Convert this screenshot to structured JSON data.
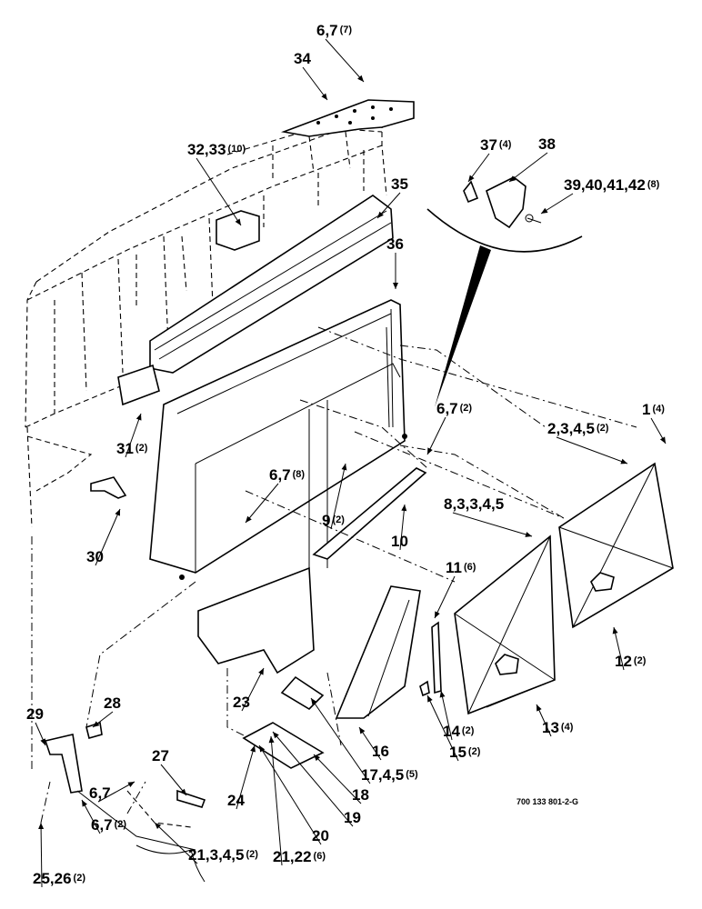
{
  "callouts": [
    {
      "main": "1",
      "qty": "(4)"
    },
    {
      "main": "2,3,4,5",
      "qty": "(2)"
    },
    {
      "main": "6,7",
      "qty": "(7)"
    },
    {
      "main": "6,7",
      "qty": "(2)"
    },
    {
      "main": "6,7",
      "qty": "(8)"
    },
    {
      "main": "6,7",
      "qty": ""
    },
    {
      "main": "6,7",
      "qty": "(2)"
    },
    {
      "main": "8,3,3,4,5",
      "qty": ""
    },
    {
      "main": "9",
      "qty": "(2)"
    },
    {
      "main": "10",
      "qty": ""
    },
    {
      "main": "11",
      "qty": "(6)"
    },
    {
      "main": "12",
      "qty": "(2)"
    },
    {
      "main": "13",
      "qty": "(4)"
    },
    {
      "main": "14",
      "qty": "(2)"
    },
    {
      "main": "15",
      "qty": "(2)"
    },
    {
      "main": "16",
      "qty": ""
    },
    {
      "main": "17,4,5",
      "qty": "(5)"
    },
    {
      "main": "18",
      "qty": ""
    },
    {
      "main": "19",
      "qty": ""
    },
    {
      "main": "20",
      "qty": ""
    },
    {
      "main": "21,22",
      "qty": "(6)"
    },
    {
      "main": "21,3,4,5",
      "qty": "(2)"
    },
    {
      "main": "23",
      "qty": ""
    },
    {
      "main": "24",
      "qty": ""
    },
    {
      "main": "25,26",
      "qty": "(2)"
    },
    {
      "main": "27",
      "qty": ""
    },
    {
      "main": "28",
      "qty": ""
    },
    {
      "main": "29",
      "qty": ""
    },
    {
      "main": "30",
      "qty": ""
    },
    {
      "main": "31",
      "qty": "(2)"
    },
    {
      "main": "32,33",
      "qty": "(10)"
    },
    {
      "main": "34",
      "qty": ""
    },
    {
      "main": "35",
      "qty": ""
    },
    {
      "main": "36",
      "qty": ""
    },
    {
      "main": "37",
      "qty": "(4)"
    },
    {
      "main": "38",
      "qty": ""
    },
    {
      "main": "39,40,41,42",
      "qty": "(8)"
    }
  ],
  "drawing_number": "700 133 801-2-G"
}
